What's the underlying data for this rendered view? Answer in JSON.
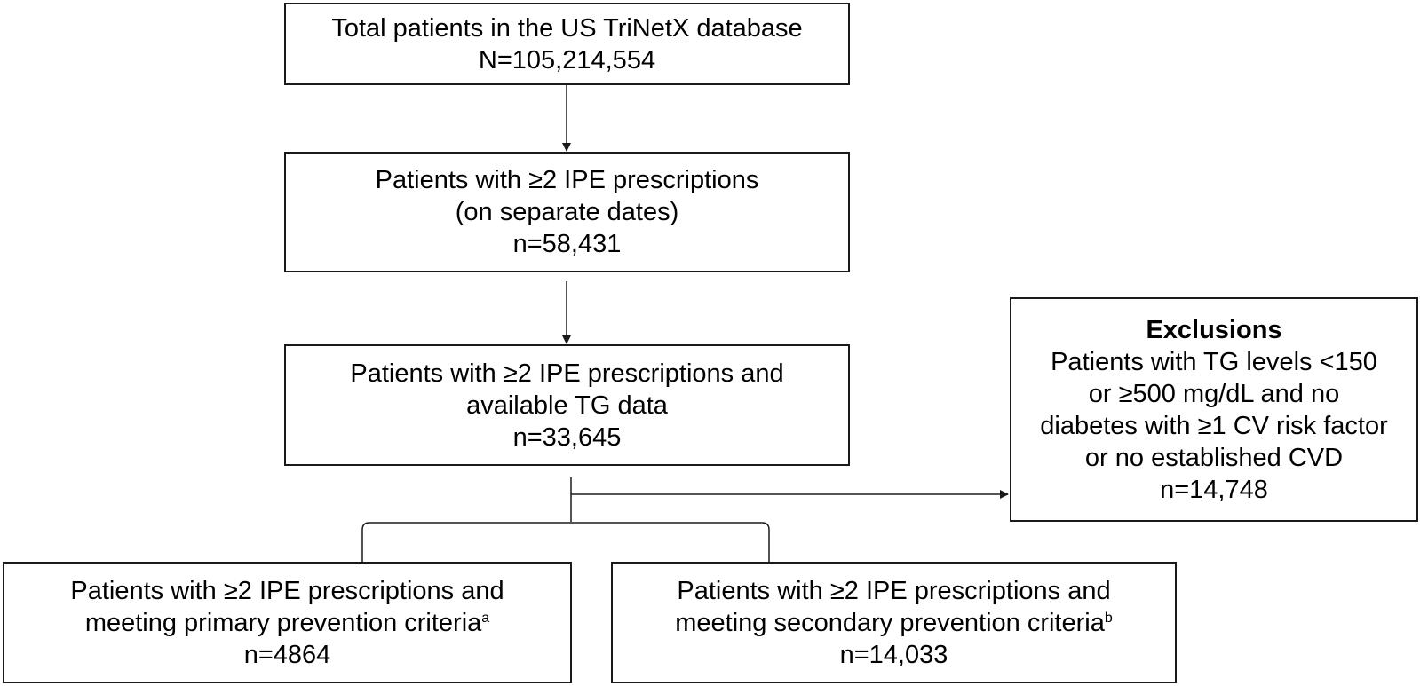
{
  "flowchart": {
    "total": {
      "line1": "Total patients in the US TriNetX database",
      "count": "N=105,214,554"
    },
    "ipe": {
      "line1": "Patients with ≥2 IPE prescriptions",
      "line2": "(on separate dates)",
      "count": "n=58,431"
    },
    "tg": {
      "line1": "Patients with ≥2 IPE prescriptions and",
      "line2": "available TG data",
      "count": "n=33,645"
    },
    "exclusions": {
      "title": "Exclusions",
      "line1": "Patients with TG levels <150",
      "line2": "or ≥500 mg/dL and no",
      "line3": "diabetes with ≥1 CV risk factor",
      "line4": "or no established CVD",
      "count": "n=14,748"
    },
    "primary": {
      "line1": "Patients with ≥2 IPE prescriptions and",
      "line2": "meeting primary prevention criteria",
      "footnote": "a",
      "count": "n=4864"
    },
    "secondary": {
      "line1": "Patients with ≥2 IPE prescriptions and",
      "line2": "meeting secondary prevention criteria",
      "footnote": "b",
      "count": "n=14,033"
    }
  },
  "colors": {
    "line": "#1a1a1a",
    "background": "#ffffff"
  }
}
